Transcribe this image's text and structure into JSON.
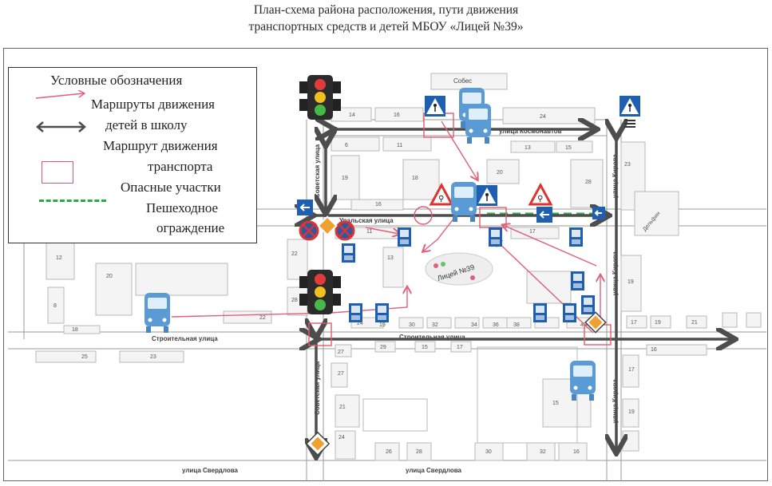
{
  "title": {
    "line1": "План-схема района расположения, пути движения",
    "line2": "транспортных средств и детей МБОУ «Лицей №39»"
  },
  "legend": {
    "heading": "Условные обозначения",
    "route_children_1": "Маршруты движения",
    "route_children_2": "детей в школу",
    "route_transport_1": "Маршрут движения",
    "route_transport_2": "транспорта",
    "dangerous": "Опасные участки",
    "fence_1": "Пешеходное",
    "fence_2": "ограждение"
  },
  "streets": {
    "kosmonavtov": "улица Космонавтов",
    "uralskaya": "Уральская улица",
    "sovetskaya_top": "Советская улица",
    "sovetskaya_bottom": "Советская улица",
    "kirova_top": "улица Кирова",
    "kirova_mid": "улица Кирова",
    "kirova_bottom": "улица Кирова",
    "stroitelnaya_left": "Строительная улица",
    "stroitelnaya_right": "Строительная улица",
    "sverdlova_left": "улица Свердлова",
    "sverdlova_right": "улица Свердлова"
  },
  "places": {
    "school": "Лицей №39",
    "sobes": "Собес",
    "delfin": "Дельфин"
  },
  "houses": [
    "14",
    "16",
    "24",
    "6",
    "11",
    "13",
    "15",
    "19",
    "18",
    "20",
    "28",
    "23",
    "16",
    "11",
    "17",
    "12",
    "20",
    "13",
    "22",
    "19",
    "28",
    "8",
    "18",
    "22",
    "24",
    "19",
    "30",
    "32",
    "34",
    "36",
    "38",
    "40",
    "17",
    "19",
    "21",
    "16",
    "27",
    "29",
    "15",
    "17",
    "25",
    "23",
    "27",
    "21",
    "24",
    "26",
    "28",
    "30",
    "32",
    "16",
    "15",
    "17",
    "19"
  ],
  "colors": {
    "road_arrow": "#4d4d4d",
    "child_route": "#e0607a",
    "transport_box": "#e05a6e",
    "fence": "#2aa84a",
    "bus": "#5b9bd5",
    "sign_blue": "#1f5fb0"
  }
}
